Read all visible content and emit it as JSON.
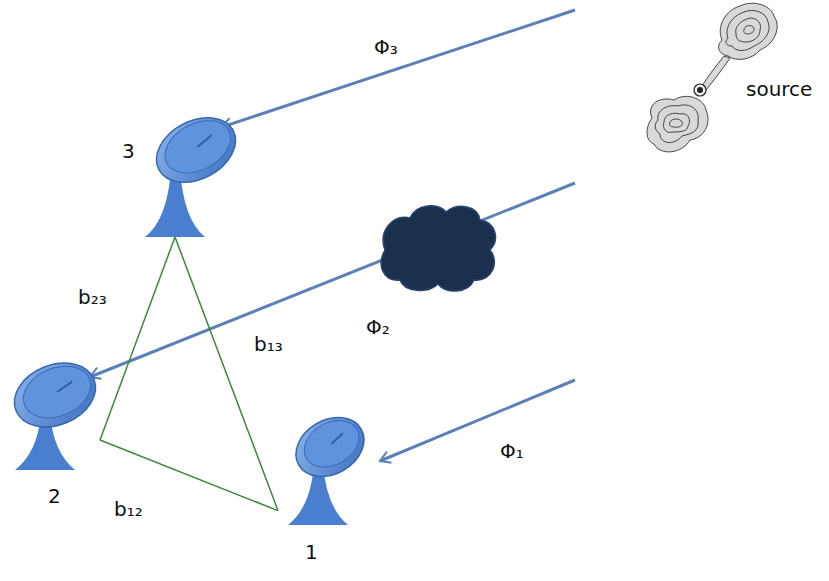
{
  "diagram": {
    "nodes": [
      {
        "text": [
          "3"
        ]
      },
      {
        "text": [
          "2"
        ]
      },
      {
        "text": [
          "1"
        ]
      }
    ],
    "edges": [
      {
        "from": 2,
        "to": 1,
        "arrow": "none",
        "label": "b₁₂"
      },
      {
        "from": 1,
        "to": 0,
        "arrow": "none",
        "label": "b₂₃"
      },
      {
        "from": 2,
        "to": 0,
        "arrow": "none",
        "label": "b₁₃"
      }
    ],
    "labels": [
      "Φ₃",
      "Φ₂",
      "Φ₁",
      "source"
    ]
  }
}
